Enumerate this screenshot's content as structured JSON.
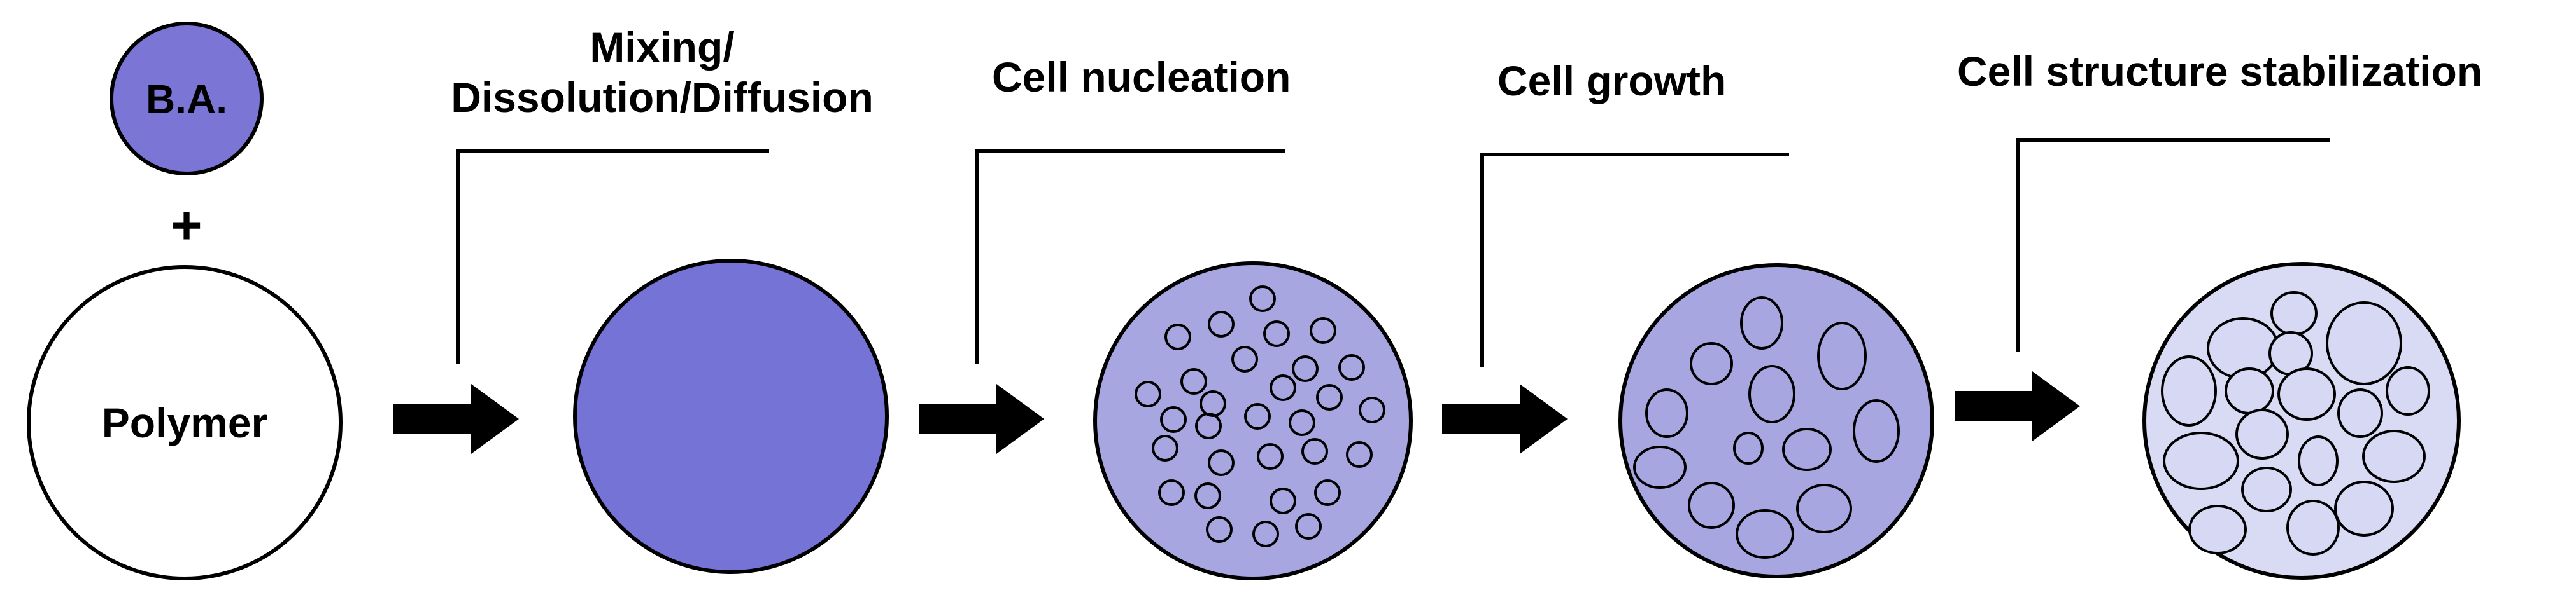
{
  "inputs": {
    "blowing_agent_label": "B.A.",
    "plus_sign": "+",
    "polymer_label": "Polymer"
  },
  "stages": [
    {
      "label_line1": "Mixing/",
      "label_line2": "Dissolution/Diffusion"
    },
    {
      "label": "Cell nucleation"
    },
    {
      "label": "Cell growth"
    },
    {
      "label": "Cell structure stabilization"
    }
  ],
  "colors": {
    "blowing_agent": "#7b76d6",
    "mixed_melt": "#7573d6",
    "nucleation_fill": "#a7a6e1",
    "growth_fill": "#a7a6e1",
    "stabilized_fill": "#d9daf3",
    "bubble_fill_light": "#d7d8f3",
    "outline": "#000000",
    "arrow": "#000000"
  },
  "icons": [
    "right-arrow-icon",
    "bracket-connector-icon",
    "bubble-icon"
  ]
}
